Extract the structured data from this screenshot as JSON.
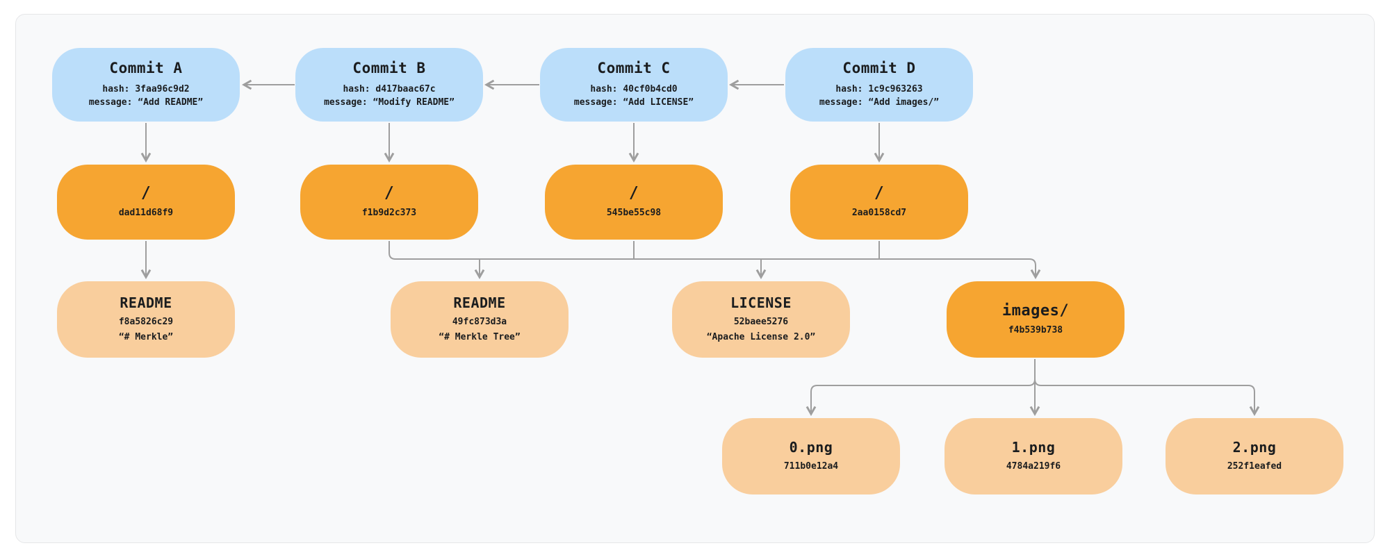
{
  "colors": {
    "commit": "#bbdefa",
    "tree": "#f6a531",
    "blob": "#f9ce9d",
    "arrow": "#9e9e9e",
    "text": "#1a1c1e",
    "card_bg": "#f8f9fa",
    "card_border": "#e5e6e8"
  },
  "nodes": {
    "commits": [
      {
        "title": "Commit A",
        "hash": "hash: 3faa96c9d2",
        "message": "message: “Add README”"
      },
      {
        "title": "Commit B",
        "hash": "hash: d417baac67c",
        "message": "message: “Modify README”"
      },
      {
        "title": "Commit C",
        "hash": "hash: 40cf0b4cd0",
        "message": "message: “Add LICENSE”"
      },
      {
        "title": "Commit D",
        "hash": "hash: 1c9c963263",
        "message": "message: “Add images/”"
      }
    ],
    "trees": [
      {
        "title": "/",
        "hash": "dad11d68f9"
      },
      {
        "title": "/",
        "hash": "f1b9d2c373"
      },
      {
        "title": "/",
        "hash": "545be55c98"
      },
      {
        "title": "/",
        "hash": "2aa0158cd7"
      }
    ],
    "blobs": [
      {
        "title": "README",
        "hash": "f8a5826c29",
        "content": "“# Merkle”"
      },
      {
        "title": "README",
        "hash": "49fc873d3a",
        "content": "“# Merkle Tree”"
      },
      {
        "title": "LICENSE",
        "hash": "52baee5276",
        "content": "“Apache License 2.0”"
      }
    ],
    "images_dir": {
      "title": "images/",
      "hash": "f4b539b738"
    },
    "images": [
      {
        "title": "0.png",
        "hash": "711b0e12a4"
      },
      {
        "title": "1.png",
        "hash": "4784a219f6"
      },
      {
        "title": "2.png",
        "hash": "252f1eafed"
      }
    ]
  }
}
